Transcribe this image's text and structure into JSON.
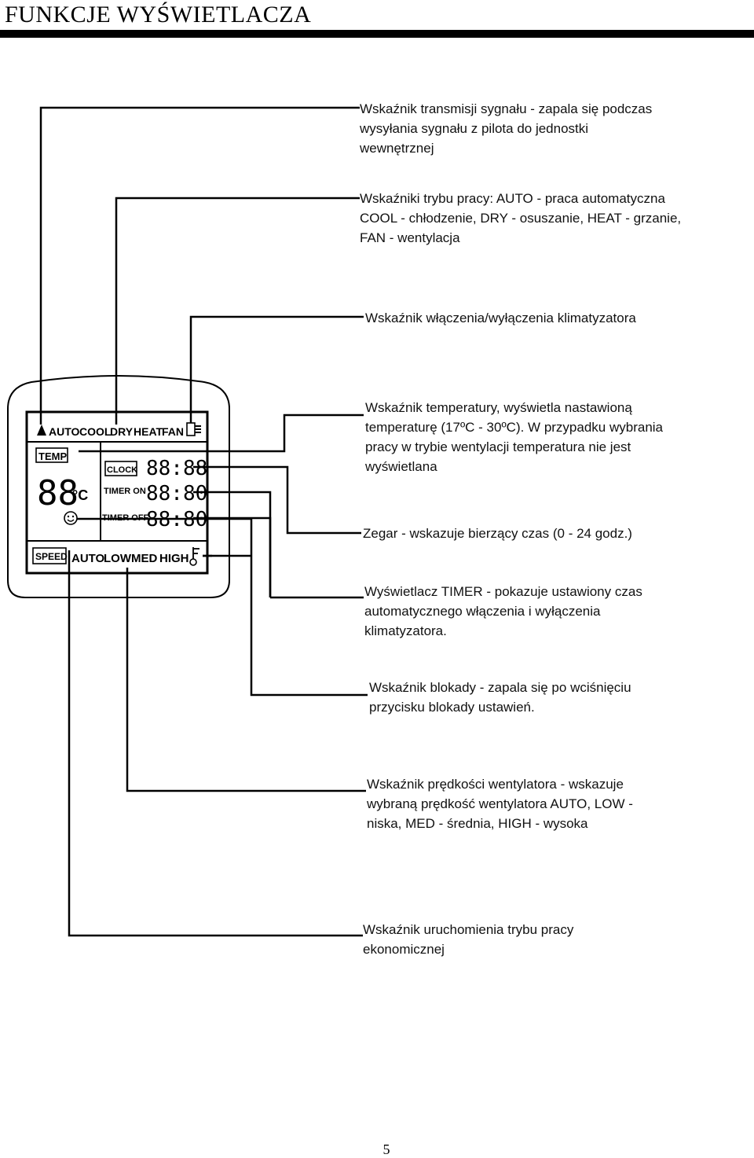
{
  "document": {
    "title": "FUNKCJE WYŚWIETLACZA",
    "page_number": "5"
  },
  "remote_display": {
    "mode_labels": [
      "AUTO",
      "COOL",
      "DRY",
      "HEAT",
      "FAN"
    ],
    "temp_label": "TEMP",
    "temp_value": "88",
    "temp_unit": "°C",
    "clock_label": "CLOCK",
    "clock_value": "88:88",
    "timer_on_label": "TIMER ON",
    "timer_on_value": "88:80",
    "timer_off_label": "TIMER OFF",
    "timer_off_value": "88:80",
    "speed_label": "SPEED",
    "speed_levels": [
      "AUTO",
      "LOW",
      "MED",
      "HIGH"
    ]
  },
  "annotations": [
    {
      "id": "signal",
      "lines": [
        "Wskaźnik transmisji sygnału - zapala się podczas",
        "wysyłania sygnału z pilota do jednostki",
        "wewnętrznej"
      ]
    },
    {
      "id": "mode",
      "lines": [
        "Wskaźniki trybu pracy: AUTO - praca automatyczna",
        "COOL - chłodzenie, DRY  - osuszanie, HEAT - grzanie,",
        "FAN - wentylacja"
      ]
    },
    {
      "id": "power",
      "lines": [
        "Wskaźnik włączenia/wyłączenia klimatyzatora"
      ]
    },
    {
      "id": "temperature",
      "lines": [
        "Wskaźnik temperatury, wyświetla nastawioną",
        "temperaturę (17ºC - 30ºC). W przypadku wybrania",
        "pracy w trybie wentylacji temperatura nie jest",
        "wyświetlana"
      ]
    },
    {
      "id": "clock",
      "lines": [
        "Zegar - wskazuje bierzący czas (0 - 24 godz.)"
      ]
    },
    {
      "id": "timer",
      "lines": [
        "Wyświetlacz TIMER - pokazuje ustawiony czas",
        "automatycznego włączenia i wyłączenia",
        "klimatyzatora."
      ]
    },
    {
      "id": "lock",
      "lines": [
        "Wskaźnik blokady - zapala się po wciśnięciu",
        "przycisku  blokady ustawień."
      ]
    },
    {
      "id": "fan_speed",
      "lines": [
        "Wskaźnik prędkości wentylatora - wskazuje",
        "wybraną prędkość wentylatora AUTO, LOW -",
        "niska, MED - średnia, HIGH - wysoka"
      ]
    },
    {
      "id": "economy",
      "lines": [
        "Wskaźnik uruchomienia trybu pracy",
        "ekonomicznej"
      ]
    }
  ]
}
